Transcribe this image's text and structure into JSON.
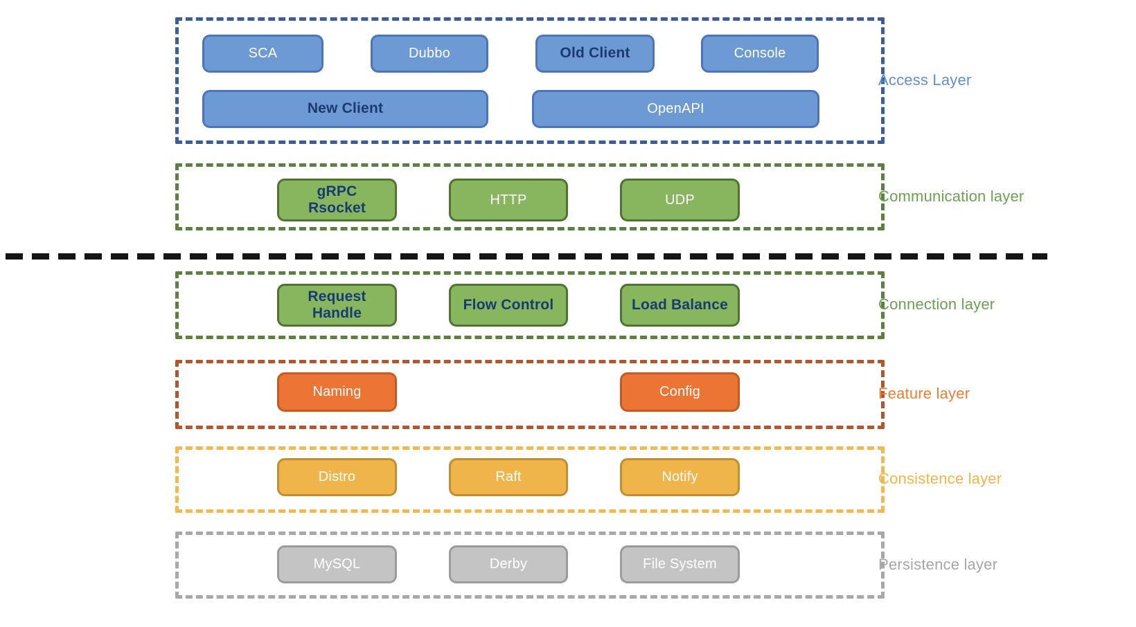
{
  "diagram_title": "layered-architecture",
  "box_text_color": "#FFFFFF",
  "bold_text_color": "#1A3A72",
  "divider": {
    "color": "#151515"
  },
  "layers": [
    {
      "id": "access",
      "label": "Access Layer",
      "label_color": "#5E90D2",
      "frame_color": "#3B5C9D",
      "box_fill": "#6D99D5",
      "box_border": "#4B75BB",
      "boxes": [
        {
          "label": "SCA",
          "slot": "a1",
          "row": 0,
          "bold": false
        },
        {
          "label": "Dubbo",
          "slot": "a2",
          "row": 0,
          "bold": false
        },
        {
          "label": "Old Client",
          "slot": "a3",
          "row": 0,
          "bold": true
        },
        {
          "label": "Console",
          "slot": "a4",
          "row": 0,
          "bold": false
        },
        {
          "label": "New Client",
          "slot": "w1",
          "row": 1,
          "bold": true
        },
        {
          "label": "OpenAPI",
          "slot": "w2",
          "row": 1,
          "bold": false
        }
      ]
    },
    {
      "id": "comm",
      "label": "Communication layer",
      "label_color": "#6AA14F",
      "frame_color": "#5C8040",
      "box_fill": "#87B65F",
      "box_border": "#507334",
      "boxes": [
        {
          "label": "gRPC\nRsocket",
          "slot": "c1",
          "row": 0,
          "bold": true
        },
        {
          "label": "HTTP",
          "slot": "c2",
          "row": 0,
          "bold": false
        },
        {
          "label": "UDP",
          "slot": "c3",
          "row": 0,
          "bold": false
        }
      ]
    },
    {
      "id": "conn",
      "label": "Connection layer",
      "label_color": "#6AA14F",
      "frame_color": "#5C8040",
      "box_fill": "#87B65F",
      "box_border": "#507334",
      "boxes": [
        {
          "label": "Request\nHandle",
          "slot": "c1",
          "row": 0,
          "bold": true
        },
        {
          "label": "Flow Control",
          "slot": "c2",
          "row": 0,
          "bold": true
        },
        {
          "label": "Load Balance",
          "slot": "c3",
          "row": 0,
          "bold": true
        }
      ]
    },
    {
      "id": "feature",
      "label": "Feature layer",
      "label_color": "#EE7D31",
      "frame_color": "#B2562B",
      "box_fill": "#EC7434",
      "box_border": "#C75A1E",
      "boxes": [
        {
          "label": "Naming",
          "slot": "c1",
          "row": 0,
          "bold": false
        },
        {
          "label": "Config",
          "slot": "c3",
          "row": 0,
          "bold": false
        }
      ]
    },
    {
      "id": "cons",
      "label": "Consistence layer",
      "label_color": "#F2B546",
      "frame_color": "#F3B84E",
      "box_fill": "#EFB54B",
      "box_border": "#BF8F30",
      "boxes": [
        {
          "label": "Distro",
          "slot": "c1",
          "row": 0,
          "bold": false
        },
        {
          "label": "Raft",
          "slot": "c2",
          "row": 0,
          "bold": false
        },
        {
          "label": "Notify",
          "slot": "c3",
          "row": 0,
          "bold": false
        }
      ]
    },
    {
      "id": "pers",
      "label": "Persistence layer",
      "label_color": "#A6A6A6",
      "frame_color": "#A8A8A8",
      "box_fill": "#C4C4C4",
      "box_border": "#9B9B9B",
      "boxes": [
        {
          "label": "MySQL",
          "slot": "c1",
          "row": 0,
          "bold": false
        },
        {
          "label": "Derby",
          "slot": "c2",
          "row": 0,
          "bold": false
        },
        {
          "label": "File System",
          "slot": "c3",
          "row": 0,
          "bold": false
        }
      ]
    }
  ]
}
